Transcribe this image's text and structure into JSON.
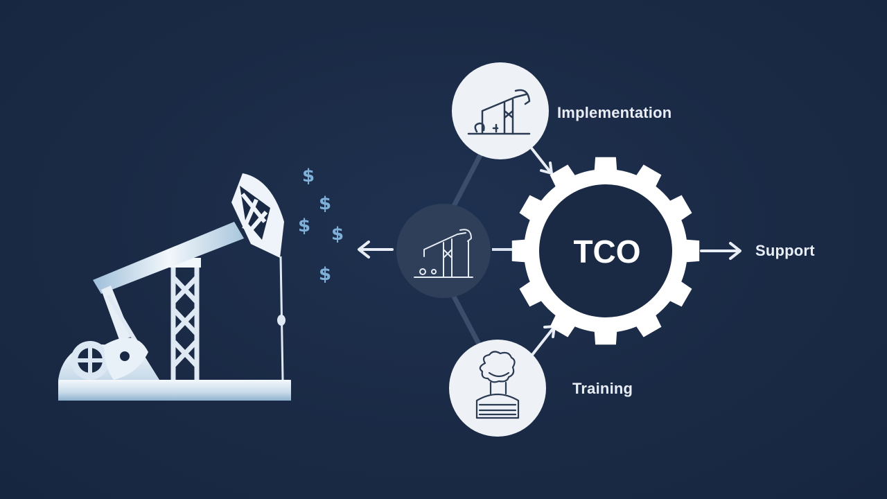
{
  "center": {
    "label": "TCO"
  },
  "nodes": {
    "implementation": {
      "label": "Implementation",
      "icon": "pump-jack-icon"
    },
    "support": {
      "label": "Support"
    },
    "training": {
      "label": "Training",
      "icon": "person-icon"
    },
    "hub": {
      "icon": "pump-jack-icon"
    }
  },
  "dollars": [
    "$",
    "$",
    "$",
    "$",
    "$"
  ],
  "illustration": {
    "icon": "oil-pump-jack-icon"
  },
  "colors": {
    "background": "#1a2a45",
    "foreground": "#ffffff",
    "accent": "#7fb0d8",
    "circle_fill": "#eef2f7",
    "hub_fill": "#2f3f5a"
  }
}
